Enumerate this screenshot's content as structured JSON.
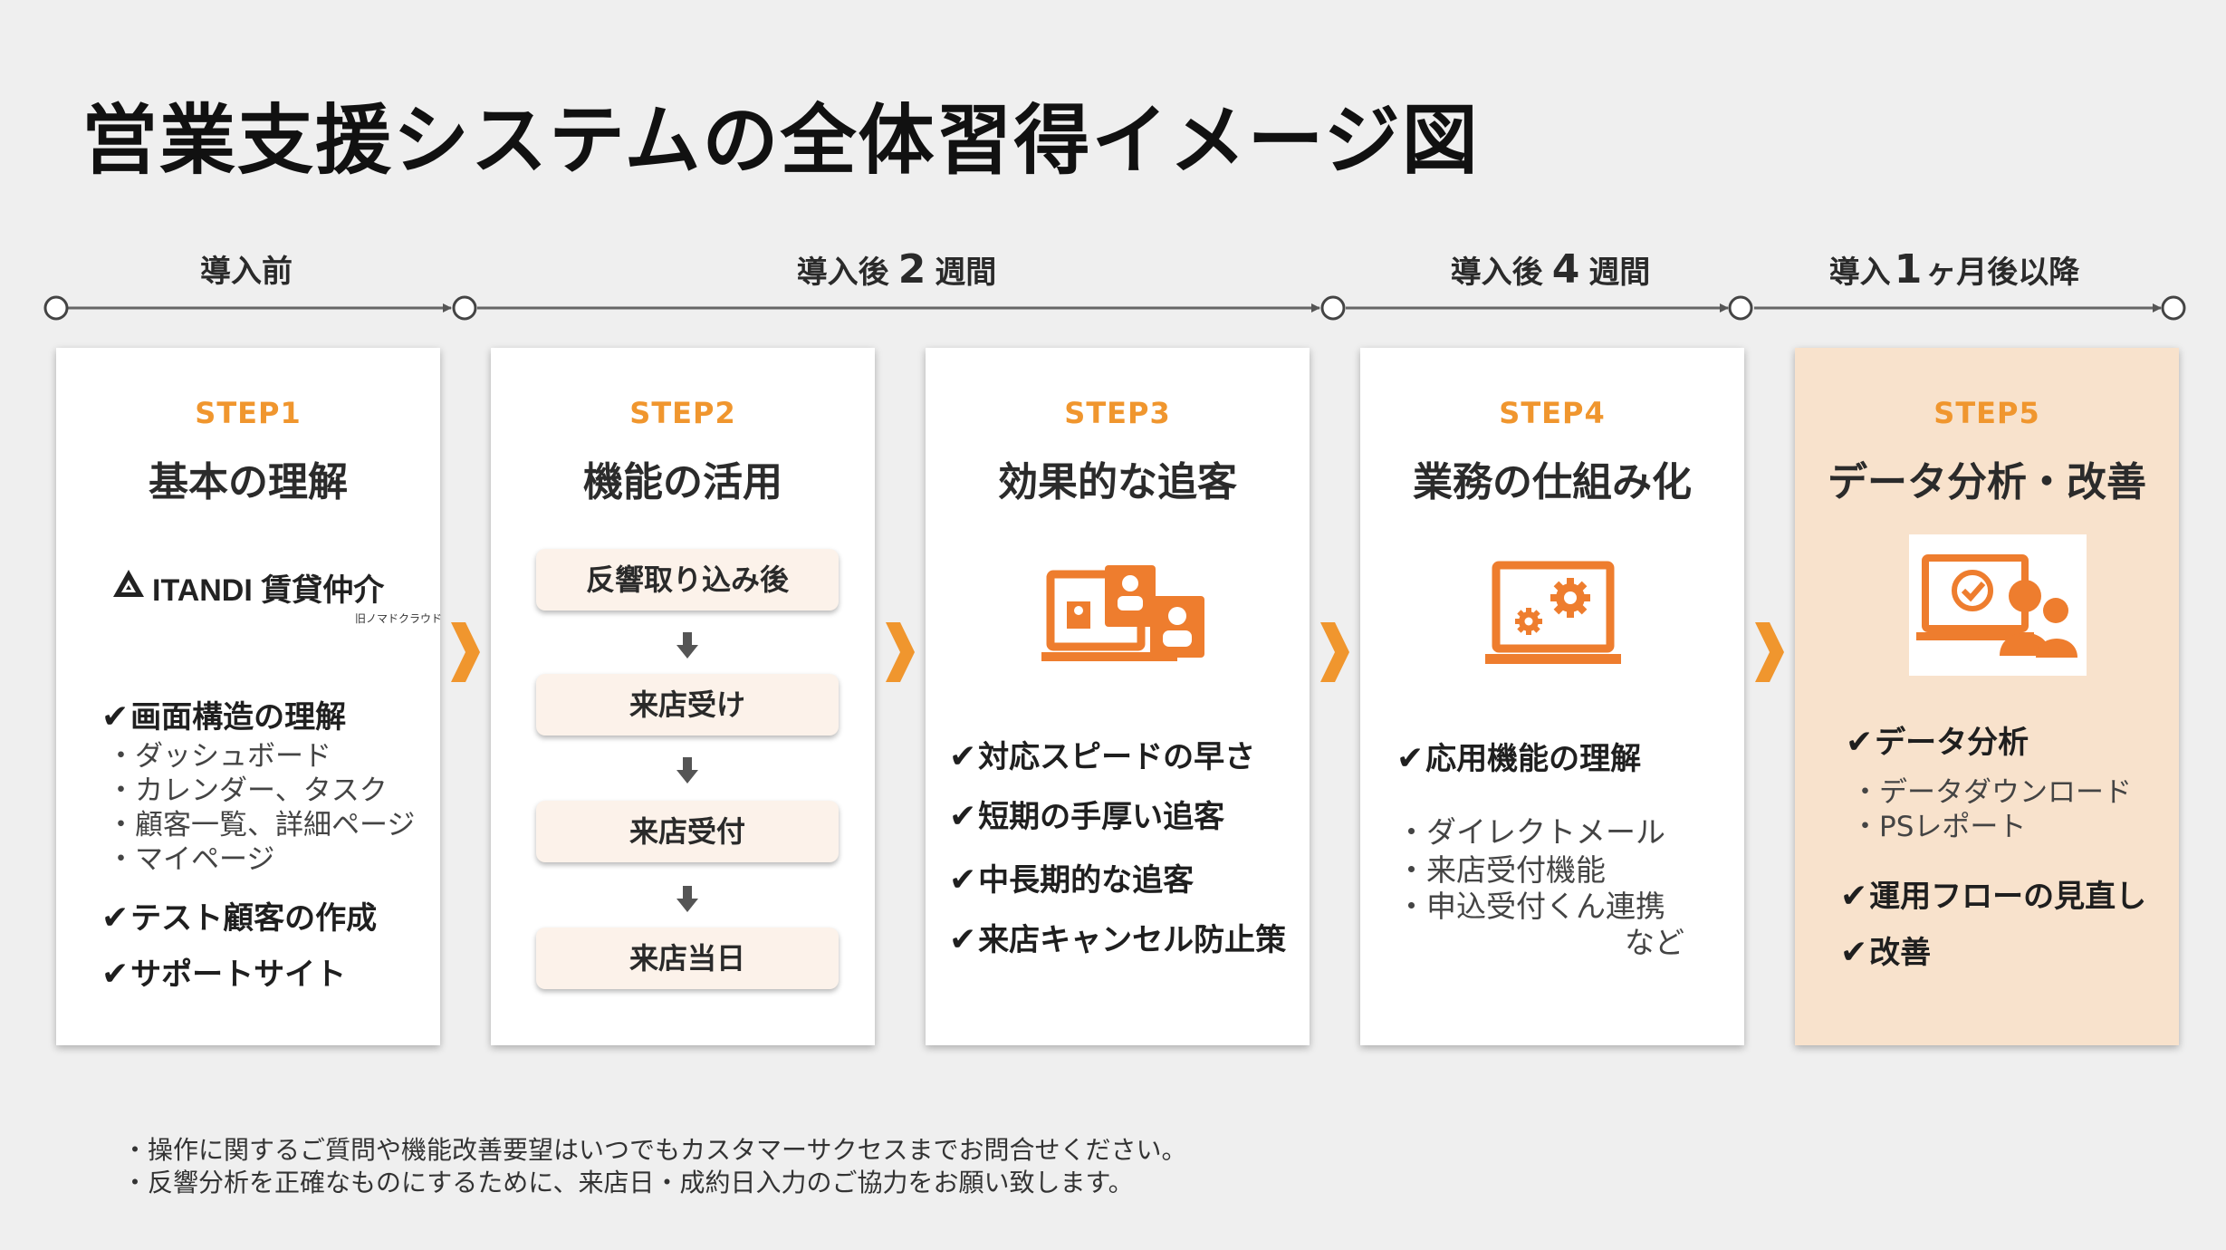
{
  "title": "営業支援システムの全体習得イメージ図",
  "timeline": [
    {
      "pre": "導入前",
      "num": "",
      "post": ""
    },
    {
      "pre": "導入後",
      "num": "2",
      "post": "週間"
    },
    {
      "pre": "導入後",
      "num": "4",
      "post": "週間"
    },
    {
      "pre": "導入",
      "num": "1",
      "post": "ヶ月後以降"
    }
  ],
  "colors": {
    "accent": "#f0962e",
    "icon": "#ee7d2e",
    "highlight": "#f8e2cc"
  },
  "steps": [
    {
      "num": "STEP1",
      "title": "基本の理解",
      "logo": {
        "brand": "ITANDI 賃貸仲介",
        "sub": "旧ノマドクラウド",
        "icon": "itandi-logo-icon"
      },
      "checks": [
        "画面構造の理解",
        "テスト顧客の作成",
        "サポートサイト"
      ],
      "subs": [
        "・ダッシュボード",
        "・カレンダー、タスク",
        "・顧客一覧、詳細ページ",
        "・マイページ"
      ]
    },
    {
      "num": "STEP2",
      "title": "機能の活用",
      "flow": [
        "反響取り込み後",
        "来店受け",
        "来店受付",
        "来店当日"
      ]
    },
    {
      "num": "STEP3",
      "title": "効果的な追客",
      "icon": "laptop-contacts-icon",
      "checks": [
        "対応スピードの早さ",
        "短期の手厚い追客",
        "中長期的な追客",
        "来店キャンセル防止策"
      ]
    },
    {
      "num": "STEP4",
      "title": "業務の仕組み化",
      "icon": "laptop-gears-icon",
      "checks": [
        "応用機能の理解"
      ],
      "subs": [
        "・ダイレクトメール",
        "・来店受付機能",
        "・申込受付くん連携",
        "など"
      ]
    },
    {
      "num": "STEP5",
      "title": "データ分析・改善",
      "icon": "laptop-users-check-icon",
      "checks": [
        "データ分析",
        "運用フローの見直し",
        "改善"
      ],
      "subs": [
        "・データダウンロード",
        "・PSレポート"
      ]
    }
  ],
  "checkmark": "✔",
  "notes": [
    "・操作に関するご質問や機能改善要望はいつでもカスタマーサクセスまでお問合せください。",
    "・反響分析を正確なものにするために、来店日・成約日入力のご協力をお願い致します。"
  ]
}
